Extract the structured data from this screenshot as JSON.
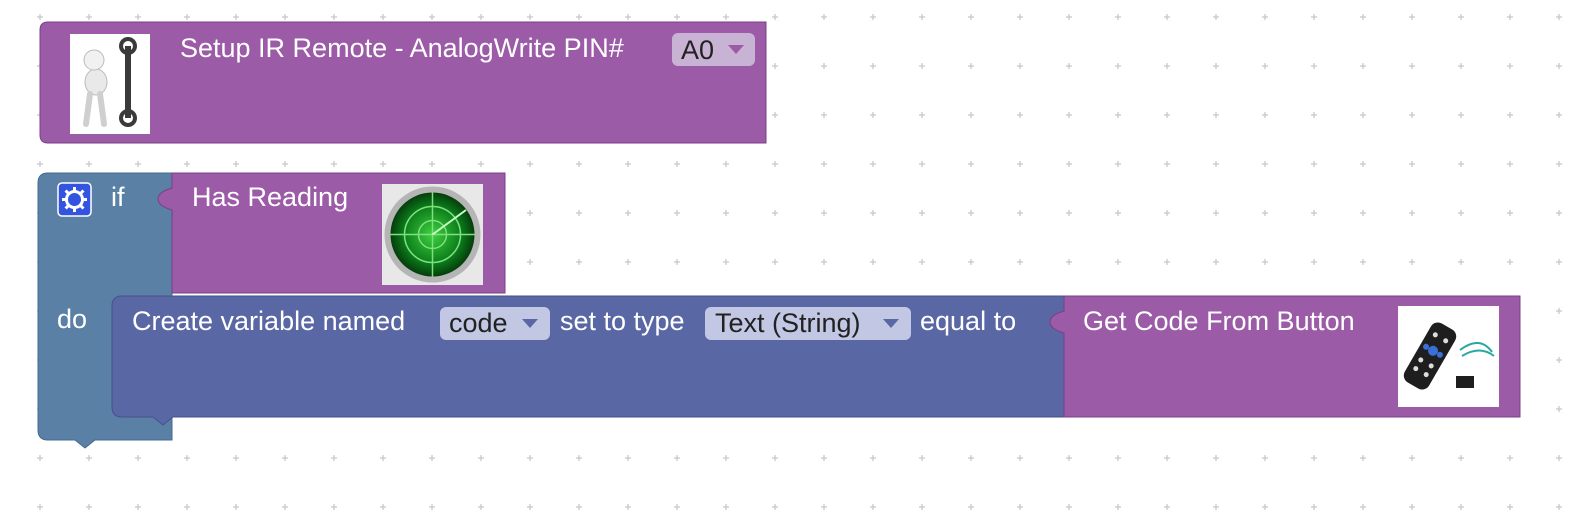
{
  "setup_block": {
    "label": "Setup IR Remote - AnalogWrite PIN#",
    "pin_value": "A0",
    "image_icon": "person-with-wrench-icon"
  },
  "if_block": {
    "if_label": "if",
    "do_label": "do",
    "mutator_icon": "gear-icon"
  },
  "has_reading_block": {
    "label": "Has Reading",
    "image_icon": "radar-icon"
  },
  "create_var_block": {
    "label_create": "Create variable named",
    "var_name": "code",
    "label_type": "set to type",
    "type_value": "Text (String)",
    "label_equal": "equal to"
  },
  "get_code_block": {
    "label": "Get Code From Button",
    "image_icon": "ir-remote-icon"
  },
  "colors": {
    "purple_block": "#9b5ba7",
    "blue_block": "#5a67a5",
    "control_block": "#5b80a5",
    "dropdown_fill": "#c9b3d5",
    "grid_dot": "#c8c8c8"
  }
}
